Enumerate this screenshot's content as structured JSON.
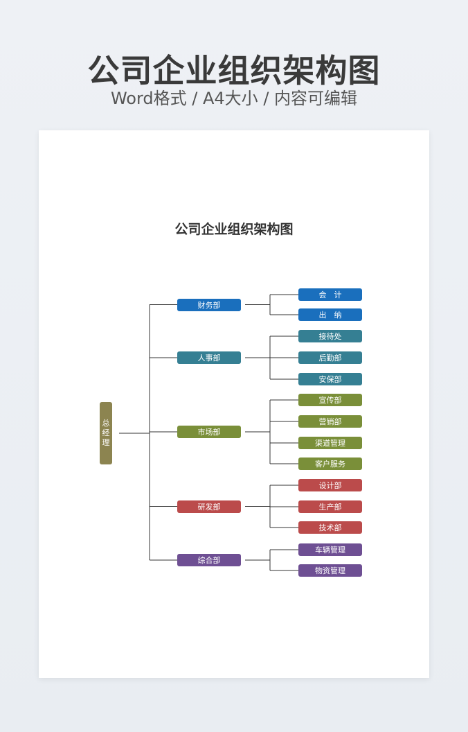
{
  "banner": {
    "title": "公司企业组织架构图",
    "subtitle": "Word格式 / A4大小 / 内容可编辑"
  },
  "document": {
    "title": "公司企业组织架构图",
    "root": {
      "label": "总经理",
      "chars": [
        "总",
        "经",
        "理"
      ],
      "color": "#8c8450"
    },
    "departments": [
      {
        "label": "财务部",
        "color": "#1a6fbd",
        "children": [
          "会　计",
          "出　纳"
        ]
      },
      {
        "label": "人事部",
        "color": "#357f93",
        "children": [
          "接待处",
          "后勤部",
          "安保部"
        ]
      },
      {
        "label": "市场部",
        "color": "#7a8f39",
        "children": [
          "宣传部",
          "营销部",
          "渠道管理",
          "客户服务"
        ]
      },
      {
        "label": "研发部",
        "color": "#bb4b4b",
        "children": [
          "设计部",
          "生产部",
          "技术部"
        ]
      },
      {
        "label": "综合部",
        "color": "#6e4f93",
        "children": [
          "车辆管理",
          "物资管理"
        ]
      }
    ]
  }
}
